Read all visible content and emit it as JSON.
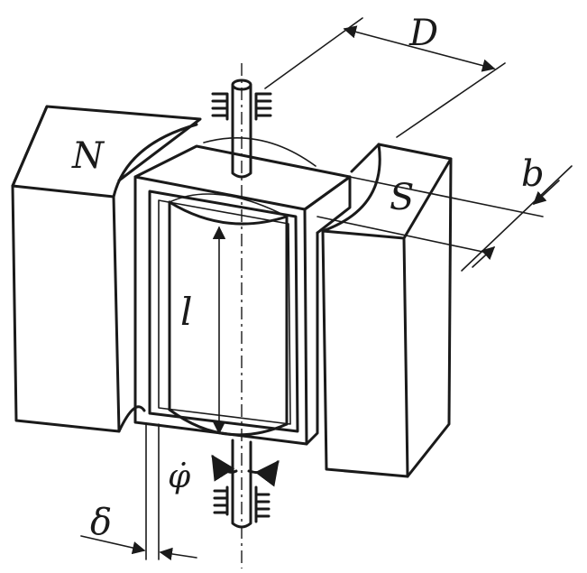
{
  "labels": {
    "north": "N",
    "south": "S",
    "diameter": "D",
    "width": "b",
    "length": "l",
    "gap": "δ",
    "angle": "φ̇"
  },
  "colors": {
    "ink": "#1a1a1a",
    "paper": "#ffffff"
  }
}
